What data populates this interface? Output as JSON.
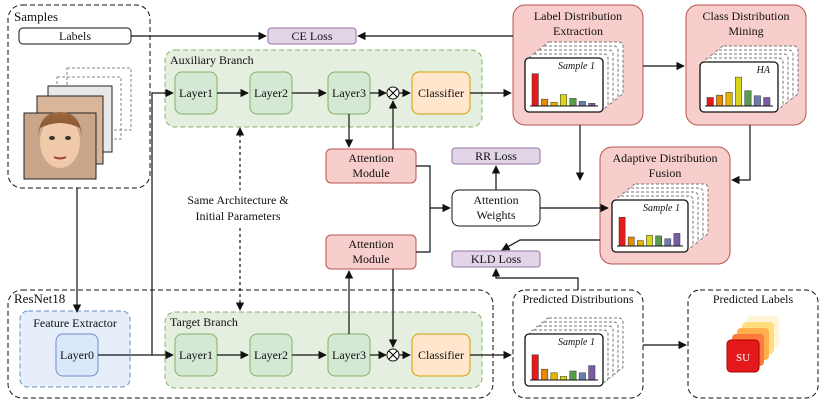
{
  "samples": {
    "title": "Samples",
    "labels_box": "Labels"
  },
  "ce_loss": "CE Loss",
  "rr_loss": "RR Loss",
  "kld_loss": "KLD Loss",
  "auxiliary": {
    "title": "Auxiliary Branch",
    "layer1": "Layer1",
    "layer2": "Layer2",
    "layer3": "Layer3",
    "classifier": "Classifier"
  },
  "target": {
    "title": "Target Branch",
    "layer1": "Layer1",
    "layer2": "Layer2",
    "layer3": "Layer3",
    "classifier": "Classifier"
  },
  "resnet_title": "ResNet18",
  "feature_extractor": {
    "title": "Feature Extractor",
    "layer0": "Layer0"
  },
  "attention_top": {
    "line1": "Attention",
    "line2": "Module"
  },
  "attention_bottom": {
    "line1": "Attention",
    "line2": "Module"
  },
  "attention_weights": {
    "line1": "Attention",
    "line2": "Weights"
  },
  "same_arch": {
    "line1": "Same Architecture &",
    "line2": "Initial Parameters"
  },
  "label_dist": {
    "line1": "Label Distribution",
    "line2": "Extraction",
    "sample": "Sample 1"
  },
  "class_dist": {
    "line1": "Class Distribution",
    "line2": "Mining",
    "sample": "HA"
  },
  "adaptive": {
    "line1": "Adaptive Distribution",
    "line2": "Fusion",
    "sample": "Sample 1"
  },
  "predicted_dist": {
    "title": "Predicted Distributions",
    "sample": "Sample 1"
  },
  "predicted_labels": {
    "title": "Predicted Labels",
    "label": "SU"
  },
  "colors": {
    "green_fill": "#d5e8d4",
    "green_stroke": "#82b366",
    "red_fill": "#f8cecc",
    "red_stroke": "#b85450",
    "purple_fill": "#e1d5e7",
    "purple_stroke": "#9673a6",
    "orange_fill": "#ffe6cc",
    "orange_stroke": "#d79b00",
    "blue_fill": "#dae8fc",
    "blue_stroke": "#6c8ebf",
    "bars": [
      "#e61a1a",
      "#e68a00",
      "#e0b400",
      "#d9d61a",
      "#5a9a4c",
      "#6a7fb0",
      "#7a5aa5"
    ]
  },
  "chart_values": {
    "label_dist": [
      0.85,
      0.18,
      0.1,
      0.3,
      0.2,
      0.12,
      0.07
    ],
    "class_dist": [
      0.25,
      0.32,
      0.4,
      0.85,
      0.45,
      0.3,
      0.25
    ],
    "adaptive": [
      0.8,
      0.25,
      0.15,
      0.3,
      0.28,
      0.2,
      0.35
    ],
    "predicted": [
      0.7,
      0.3,
      0.2,
      0.1,
      0.25,
      0.2,
      0.4
    ]
  }
}
